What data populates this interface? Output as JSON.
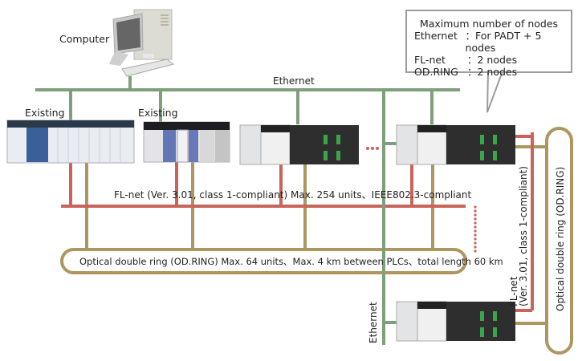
{
  "title": "Network configuration diagram",
  "computer": {
    "label": "Computer",
    "icon": "desktop-computer-icon"
  },
  "networks": {
    "ethernet": {
      "label": "Ethernet",
      "color": "#7f9f7c"
    },
    "flnet": {
      "label": "FL-net (Ver. 3.01, class 1-compliant)  Max. 254 units、IEEE802.3-compliant",
      "color": "#c8645a"
    },
    "odring": {
      "label": "Optical double ring (OD.RING) Max. 64 units、Max. 4 km between PLCs、total length 60 km",
      "color": "#ad9660"
    }
  },
  "plcs": [
    {
      "label": "Existing",
      "type": "existing-rack-1"
    },
    {
      "label": "Existing",
      "type": "existing-rack-2"
    },
    {
      "label": "",
      "type": "new-plc"
    },
    {
      "label": "",
      "type": "new-plc"
    },
    {
      "label": "",
      "type": "new-plc"
    }
  ],
  "callout": {
    "title": "Maximum number of nodes",
    "rows": [
      {
        "key": "Ethernet",
        "value": "：For PADT + 5 nodes"
      },
      {
        "key": "FL-net",
        "value": "：2 nodes"
      },
      {
        "key": "OD.RING",
        "value": "：2 nodes"
      }
    ]
  },
  "vertical_labels": {
    "ethernet": "Ethernet",
    "flnet_line1": "FL-net",
    "flnet_line2": "(Ver. 3.01, class 1-compliant)",
    "odring": "Optical double ring (OD.RING)"
  }
}
